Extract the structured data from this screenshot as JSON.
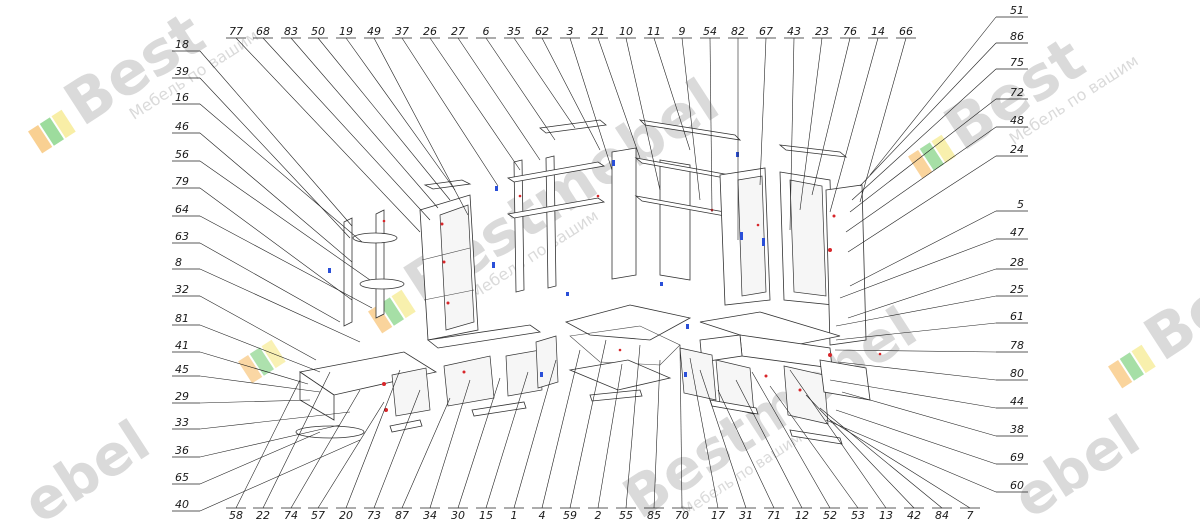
{
  "watermark": {
    "brand": "Bestmebel",
    "brand_short": "Best",
    "brand_tail": "ebel",
    "slogan": "Мебель по вашим",
    "colors": {
      "orange": "#f5b04a",
      "green": "#5cc45c",
      "yellow": "#f3e36a"
    }
  },
  "labels": {
    "top": [
      "77",
      "68",
      "83",
      "50",
      "19",
      "49",
      "37",
      "26",
      "27",
      "6",
      "35",
      "62",
      "3",
      "21",
      "10",
      "11",
      "9",
      "54",
      "82",
      "67",
      "43",
      "23",
      "76",
      "14",
      "66"
    ],
    "left": [
      "18",
      "39",
      "16",
      "46",
      "56",
      "79",
      "64",
      "63",
      "8",
      "32",
      "81",
      "41",
      "45",
      "29",
      "33",
      "36",
      "65",
      "40"
    ],
    "right": [
      "51",
      "86",
      "75",
      "72",
      "48",
      "24",
      "5",
      "47",
      "28",
      "25",
      "61",
      "78",
      "80",
      "44",
      "38",
      "69",
      "60"
    ],
    "bottom": [
      "58",
      "22",
      "74",
      "57",
      "20",
      "73",
      "87",
      "34",
      "30",
      "15",
      "1",
      "4",
      "59",
      "2",
      "55",
      "85",
      "70",
      "17",
      "31",
      "71",
      "12",
      "52",
      "53",
      "13",
      "42",
      "84",
      "7"
    ]
  },
  "colors": {
    "line": "#222222",
    "hardware_red": "#d8262a",
    "hardware_blue": "#2a4fd8"
  }
}
